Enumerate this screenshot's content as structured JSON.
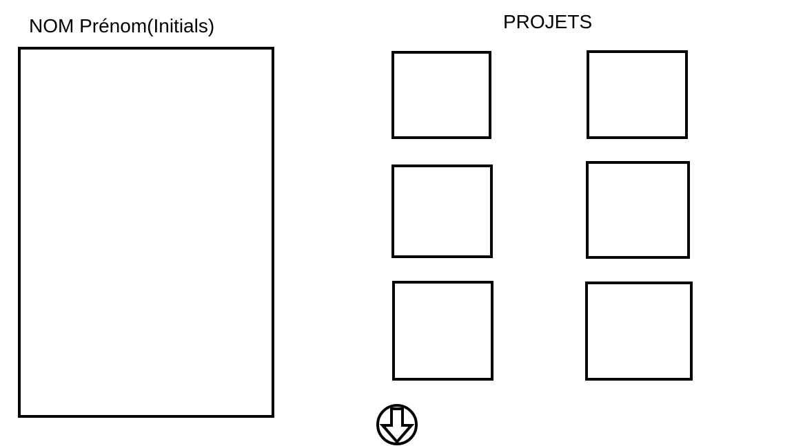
{
  "profile": {
    "name_heading": "NOM Prénom(Initials)"
  },
  "projects": {
    "heading": "PROJETS",
    "tiles": [
      {
        "id": 1
      },
      {
        "id": 2
      },
      {
        "id": 3
      },
      {
        "id": 4
      },
      {
        "id": 5
      },
      {
        "id": 6
      }
    ]
  },
  "scroll": {
    "icon": "arrow-down-circle-icon"
  },
  "colors": {
    "stroke": "#000000",
    "background": "#ffffff"
  }
}
